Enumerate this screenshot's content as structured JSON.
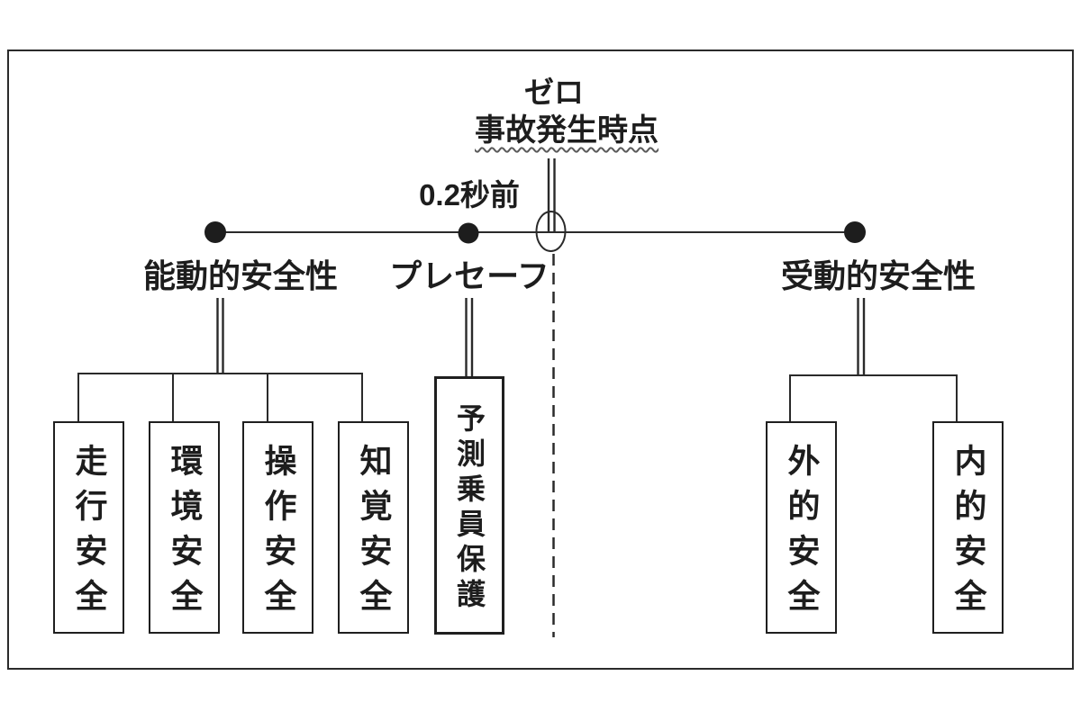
{
  "title_area": {
    "zero": "ゼロ",
    "accident_time": "事故発生時点",
    "presafe_time": "0.2秒前"
  },
  "branches": {
    "active": {
      "label": "能動的安全性",
      "children": [
        "走行安全",
        "環境安全",
        "操作安全",
        "知覚安全"
      ]
    },
    "presafe": {
      "label": "プレセーフ",
      "children": [
        "予測乗員保護"
      ]
    },
    "passive": {
      "label": "受動的安全性",
      "children": [
        "外的安全",
        "内的安全"
      ]
    }
  },
  "colors": {
    "ink": "#1d1d1d",
    "line": "#2a2a2a",
    "background": "#ffffff"
  }
}
